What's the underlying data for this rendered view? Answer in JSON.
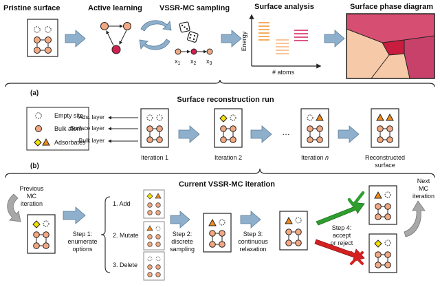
{
  "top": {
    "pristine_title": "Pristine surface",
    "active_title": "Active learning",
    "vssr_title": "VSSR-MC sampling",
    "x1": "x",
    "x1_sub": "1",
    "x2": "x",
    "x2_sub": "2",
    "x3": "x",
    "x3_sub": "3",
    "analysis_title": "Surface analysis",
    "energy_label": "Energy",
    "atoms_label": "# atoms",
    "phase_title": "Surface phase diagram"
  },
  "panel_a": {
    "tag": "(a)",
    "title": "Surface reconstruction run",
    "legend_empty": "Empty site",
    "legend_bulk": "Bulk atom",
    "legend_adsorbates": "Adsorbates",
    "ads_layer": "Ads. layer",
    "surface_layer": "Surface layer",
    "bulk_layer": "Bulk layer",
    "iter1": "Iteration 1",
    "iter2": "Iteration 2",
    "ellipsis": "…",
    "itern": "Iteration ",
    "itern_n": "n",
    "reconstructed_1": "Reconstructed",
    "reconstructed_2": "surface"
  },
  "panel_b": {
    "tag": "(b)",
    "title": "Current VSSR-MC iteration",
    "prev_1": "Previous",
    "prev_2": "MC",
    "prev_3": "iteration",
    "step1_1": "Step 1:",
    "step1_2": "enumerate",
    "step1_3": "options",
    "opt_add": "1. Add",
    "opt_mutate": "2. Mutate",
    "opt_delete": "3. Delete",
    "step2_1": "Step 2:",
    "step2_2": "discrete",
    "step2_3": "sampling",
    "step3_1": "Step 3:",
    "step3_2": "continuous",
    "step3_3": "relaxation",
    "step4_1": "Step 4:",
    "step4_2": "accept",
    "step4_3": "or reject",
    "next_1": "Next",
    "next_2": "MC",
    "next_3": "iteration"
  },
  "colors": {
    "atom": "#f2a882",
    "adsorbate_diamond": "#f5e000",
    "adsorbate_triangle": "#f08a1c",
    "arrow_blue": "#8fb0cc",
    "al_node": "#f2a882",
    "al_node_red": "#cf2050",
    "accept_green": "#2f9e2f",
    "reject_red": "#d42020",
    "phase_salmon": "#f6c9a8",
    "phase_pink": "#d64f72",
    "phase_red": "#c81d3e",
    "phase_darkpink": "#c7416a"
  }
}
